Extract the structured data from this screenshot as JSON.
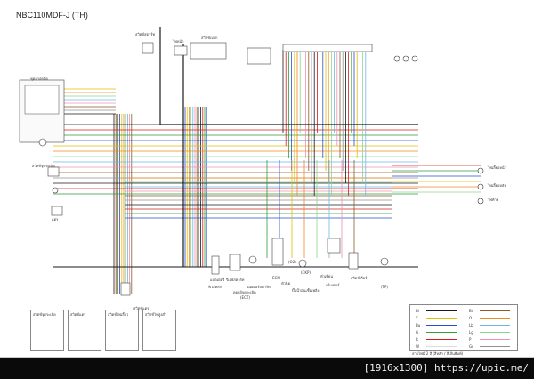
{
  "title": "NBC110MDF-J (TH)",
  "watermark": "[1916x1300] https://upic.me/",
  "colors": {
    "black": "#1a1a1a",
    "red": "#d22020",
    "green": "#2e9e3a",
    "blue": "#2a4fd0",
    "yellow": "#e0c000",
    "orange": "#f08a20",
    "lightgreen": "#8fd38f",
    "lightblue": "#6fb8e6",
    "pink": "#f08fb0",
    "brown": "#8a5a2a",
    "gray": "#909090",
    "white": "#dcdcdc"
  },
  "legend_caption": "สายไฟมี 2 สี (สีหลัก / สีเส้นพิมพ์)",
  "legend_items": [
    {
      "code": "Bl",
      "color": "black"
    },
    {
      "code": "Y",
      "color": "yellow"
    },
    {
      "code": "Bu",
      "color": "blue"
    },
    {
      "code": "G",
      "color": "green"
    },
    {
      "code": "R",
      "color": "red"
    },
    {
      "code": "W",
      "color": "white"
    },
    {
      "code": "Br",
      "color": "brown"
    },
    {
      "code": "O",
      "color": "orange"
    },
    {
      "code": "Lb",
      "color": "lightblue"
    },
    {
      "code": "Lg",
      "color": "lightgreen"
    },
    {
      "code": "P",
      "color": "pink"
    },
    {
      "code": "Gr",
      "color": "gray"
    }
  ],
  "switch_tables": [
    {
      "header": "สวิตช์จุดระเบิด"
    },
    {
      "header": "สวิตช์แตร"
    },
    {
      "header": "สวิตช์ไฟเลี้ยว"
    },
    {
      "header": "สวิตช์ไฟสูงต่ำ"
    }
  ],
  "labels": [
    {
      "text": "ชุดมาตรวัด"
    },
    {
      "text": "สวิตช์สตาร์ท"
    },
    {
      "text": "ไฟหน้า"
    },
    {
      "text": "สวิตช์เบรก"
    },
    {
      "text": "แตร"
    },
    {
      "text": "สวิตช์จุดระเบิด"
    },
    {
      "text": "สวิตช์แตร"
    },
    {
      "text": "ไฟเลี้ยวหน้า"
    },
    {
      "text": "ไฟเลี้ยวหลัง"
    },
    {
      "text": "ไฟท้าย"
    },
    {
      "text": "แบตเตอรี่"
    },
    {
      "text": "ฟิวส์หลัก"
    },
    {
      "text": "รีเลย์สตาร์ท"
    },
    {
      "text": "มอเตอร์สตาร์ท"
    },
    {
      "text": "คอยล์จุดระเบิด"
    },
    {
      "text": "หัวเทียน"
    },
    {
      "text": "ECM"
    },
    {
      "text": "หัวฉีด"
    },
    {
      "text": "ปั๊มน้ำมันเชื้อเพลิง"
    },
    {
      "text": "เซ็นเซอร์"
    },
    {
      "text": "สวิตช์เกียร์"
    },
    {
      "text": "(TP)"
    },
    {
      "text": "(CKP)"
    },
    {
      "text": "(O2)"
    },
    {
      "text": "(ECT)"
    }
  ]
}
